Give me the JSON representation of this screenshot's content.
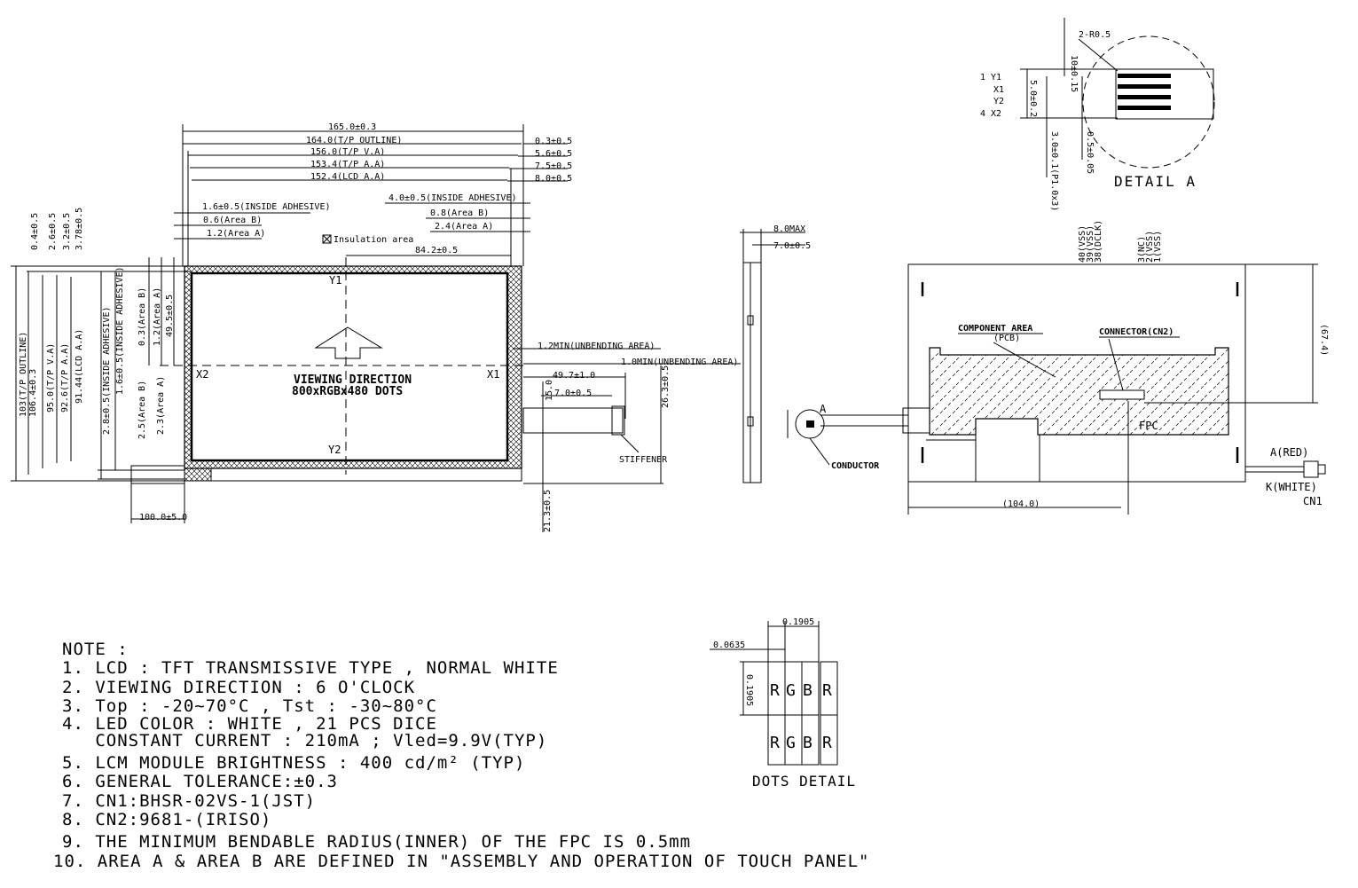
{
  "top_view": {
    "dims_h": [
      "165.0±0.3",
      "164.0(T/P OUTLINE)",
      "156.0(T/P V.A)",
      "153.4(T/P A.A)",
      "152.4(LCD A.A)"
    ],
    "dims_h_right": [
      "0.3±0.5",
      "5.6±0.5",
      "7.5±0.5",
      "8.0±0.5"
    ],
    "left_small": [
      "1.6±0.5(INSIDE ADHESIVE)",
      "0.6(Area B)",
      "1.2(Area A)"
    ],
    "right_small": [
      "4.0±0.5(INSIDE ADHESIVE)",
      "0.8(Area B)",
      "2.4(Area A)"
    ],
    "insulation": "Insulation area",
    "dim_842": "84.2±0.5",
    "dims_v": [
      "0.4±0.5",
      "2.6±0.5",
      "3.2±0.5",
      "3.78±0.5"
    ],
    "dims_v_long": [
      "106.4±0.3",
      "103(T/P OUTLINE)",
      "95.0(T/P V.A)",
      "92.6(T/P A.A)",
      "91.44(LCD A.A)"
    ],
    "dims_v_inner": [
      "2.8±0.5(INSIDE ADHESIVE)",
      "1.6±0.5(INSIDE ADHESIVE)",
      "0.3(Area B)",
      "1.2(Area A)",
      "49.5±0.5",
      "2.5(Area B)",
      "2.3(Area A)"
    ],
    "dim_100": "100.0±5.0",
    "y1": "Y1",
    "y2": "Y2",
    "x1": "X1",
    "x2": "X2",
    "viewing": "VIEWING DIRECTION",
    "dots": "800xRGBx480 DOTS",
    "fpc_dims": [
      "1.2MIN(UNBENDING AREA)",
      "1.0MIN(UNBENDING AREA)",
      "49.7±1.0",
      "7.0±0.5",
      "15.0",
      "26.3±0.5",
      "21.3±0.5"
    ],
    "stiffener": "STIFFENER"
  },
  "side_view": {
    "dims": [
      "8.0MAX",
      "7.0±0.5"
    ],
    "conductor": "CONDUCTOR",
    "a_label": "A"
  },
  "back_view": {
    "pins": [
      "40(VSS)",
      "39(VSS)",
      "38(DCLK)",
      "3(NC)",
      "2(VSS)",
      "1(VSS)"
    ],
    "component_area": "COMPONENT AREA",
    "pcb": "(PCB)",
    "connector": "CONNECTOR(CN2)",
    "fpc": "FPC",
    "dim_674": "(67.4)",
    "dim_1040": "(104.0)",
    "a_red": "A(RED)",
    "k_white": "K(WHITE)",
    "cn1": "CN1"
  },
  "detail_a": {
    "title": "DETAIL A",
    "pins": [
      "1  Y1",
      "X1",
      "Y2",
      "4  X2"
    ],
    "dims": [
      "10±0.15",
      "2-R0.5",
      "5.0±0.2",
      "3.0±0.1(P1.0x3)",
      "0.5±0.05"
    ]
  },
  "dots_detail": {
    "title": "DOTS DETAIL",
    "dim_pitch": "0.1905",
    "dim_sub": "0.0635",
    "dim_height": "0.1905",
    "cells": [
      "R",
      "G",
      "B",
      "R"
    ]
  },
  "notes": {
    "heading": "NOTE :",
    "lines": [
      "1. LCD : TFT TRANSMISSIVE TYPE , NORMAL WHITE",
      "2. VIEWING DIRECTION : 6 O'CLOCK",
      "3. Top : -20~70°C , Tst : -30~80°C",
      "4. LED COLOR : WHITE , 21 PCS DICE",
      "   CONSTANT CURRENT : 210mA ; Vled=9.9V(TYP)",
      "5. LCM MODULE BRIGHTNESS : 400 cd/m² (TYP)",
      "6. GENERAL TOLERANCE:±0.3",
      "7. CN1:BHSR-02VS-1(JST)",
      "8. CN2:9681-(IRISO)",
      "9. THE MINIMUM BENDABLE RADIUS(INNER) OF THE FPC IS 0.5mm",
      "10. AREA A & AREA B ARE DEFINED IN \"ASSEMBLY AND OPERATION OF TOUCH PANEL\""
    ]
  }
}
